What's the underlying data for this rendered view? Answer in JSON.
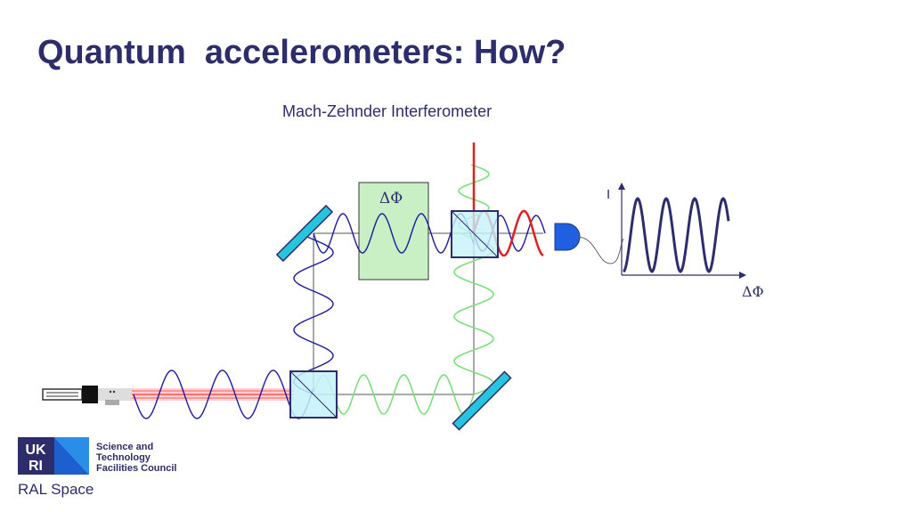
{
  "slide": {
    "title": "Quantum  accelerometers: How?",
    "subtitle": "Mach-Zehnder Interferometer"
  },
  "diagram": {
    "phase_label": "ΔΦ",
    "graph_y_label": "I",
    "graph_x_label": "ΔΦ"
  },
  "logo": {
    "mark_text": "UKRI",
    "line1": "Science and",
    "line2": "Technology",
    "line3": "Facilities Council",
    "footer": "RAL Space"
  },
  "colors": {
    "title": "#2e2d6b",
    "blue_wave": "#1a1aa0",
    "green_wave": "#7be07b",
    "red_beam": "#e02020",
    "cube_fill": "#c6f2fa",
    "mirror_fill": "#25c4df",
    "phase_box_fill": "#c9f0c4",
    "detector": "#2060e0"
  }
}
